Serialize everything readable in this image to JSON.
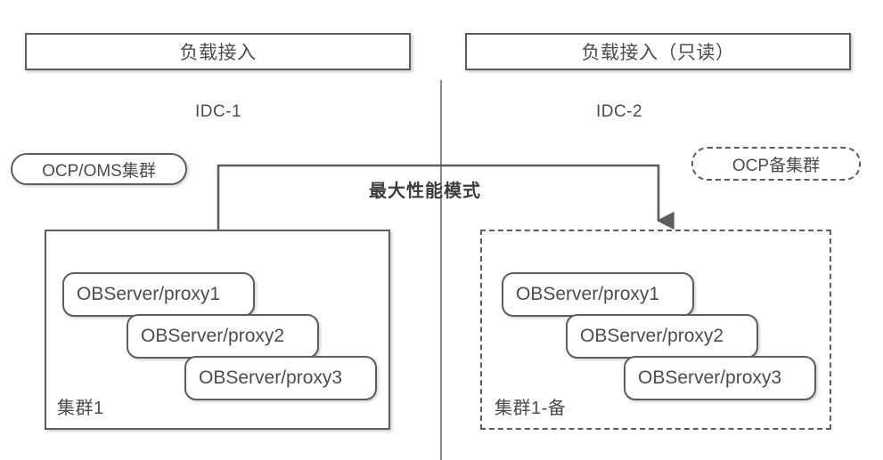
{
  "diagram": {
    "title_left": "负载接入",
    "title_right": "负载接入（只读）",
    "mode_label": "最大性能模式",
    "zones": [
      {
        "name": "IDC-1"
      },
      {
        "name": "IDC-2"
      }
    ],
    "ocp": {
      "primary": "OCP/OMS集群",
      "standby": "OCP备集群"
    },
    "clusters": [
      {
        "caption": "集群1",
        "style": "solid",
        "nodes": [
          "OBServer/proxy1",
          "OBServer/proxy2",
          "OBServer/proxy3"
        ]
      },
      {
        "caption": "集群1-备",
        "style": "dashed",
        "nodes": [
          "OBServer/proxy1",
          "OBServer/proxy2",
          "OBServer/proxy3"
        ]
      }
    ],
    "colors": {
      "stroke": "#5e5e5e",
      "text": "#4c4c4c",
      "divider": "#8d8d8d",
      "background": "#ffffff"
    }
  }
}
